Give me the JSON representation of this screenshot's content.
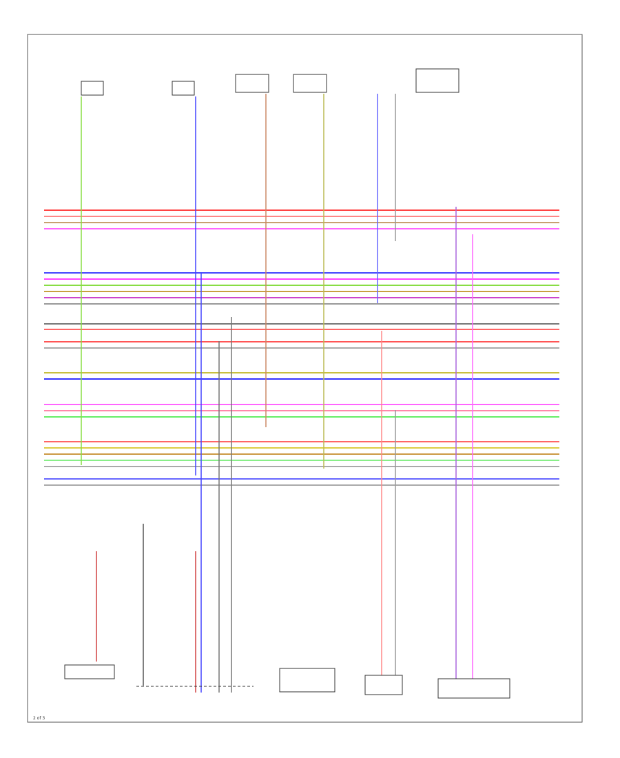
{
  "diagram": {
    "sheet_label": "2 of 3",
    "components": [
      {
        "id": "top1",
        "title": "",
        "pins": []
      },
      {
        "id": "top2",
        "title": "",
        "pins": []
      },
      {
        "id": "top3",
        "title": "",
        "pins": []
      },
      {
        "id": "top4",
        "title": "",
        "pins": []
      },
      {
        "id": "top5",
        "title": "",
        "pins": []
      },
      {
        "id": "top6",
        "title": "",
        "pins": []
      },
      {
        "id": "bot1",
        "title": ""
      },
      {
        "id": "bot2",
        "title": ""
      },
      {
        "id": "bot3",
        "title": ""
      },
      {
        "id": "bot4",
        "title": ""
      },
      {
        "id": "bot5",
        "title": ""
      }
    ],
    "bus_wires": [
      {
        "color": "#ff4444"
      },
      {
        "color": "#ff8888"
      },
      {
        "color": "#c8a070"
      },
      {
        "color": "#ff66ff"
      },
      {
        "color": "#4444ff"
      },
      {
        "color": "#ff44ff"
      },
      {
        "color": "#88dd44"
      },
      {
        "color": "#c8a040"
      },
      {
        "color": "#cc44cc"
      },
      {
        "color": "#999999"
      },
      {
        "color": "#777777"
      },
      {
        "color": "#ff6666"
      },
      {
        "color": "#ff5555"
      },
      {
        "color": "#aaaaaa"
      },
      {
        "color": "#c8c040"
      },
      {
        "color": "#3333ff"
      },
      {
        "color": "#ff66ff"
      },
      {
        "color": "#ff88aa"
      },
      {
        "color": "#66ee66"
      },
      {
        "color": "#ff6666"
      },
      {
        "color": "#ddcc44"
      },
      {
        "color": "#cc9944"
      },
      {
        "color": "#88ee88"
      },
      {
        "color": "#aaaaaa"
      },
      {
        "color": "#6666ff"
      },
      {
        "color": "#aaaaaa"
      }
    ]
  }
}
